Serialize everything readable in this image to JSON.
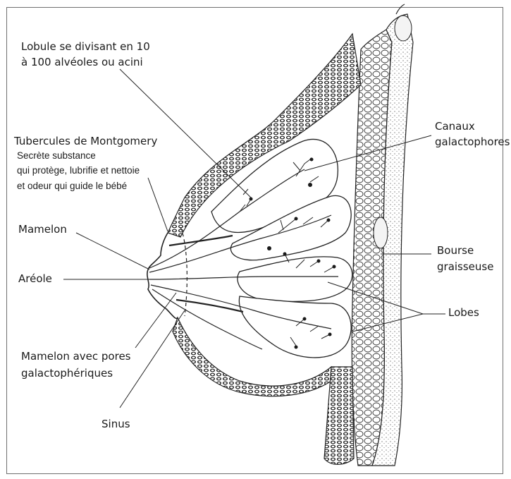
{
  "labels": {
    "lobule_line1": "Lobule se divisant en 10",
    "lobule_line2": "à 100 alvéoles ou acini",
    "montgomery_title": "Tubercules de Montgomery",
    "montgomery_note1": "Secrète substance",
    "montgomery_note2": "qui protège, lubrifie et nettoie",
    "montgomery_note3": "et odeur qui guide le bébé",
    "mamelon": "Mamelon",
    "areole": "Aréole",
    "mamelon_pores_line1": "Mamelon avec pores",
    "mamelon_pores_line2": "galactophériques",
    "sinus": "Sinus",
    "canaux_line1": "Canaux",
    "canaux_line2": "galactophores",
    "bourse_line1": "Bourse",
    "bourse_line2": "graisseuse",
    "lobes": "Lobes"
  },
  "colors": {
    "ink": "#1a1a1a",
    "frame": "#6f6f6f",
    "background": "#ffffff"
  }
}
